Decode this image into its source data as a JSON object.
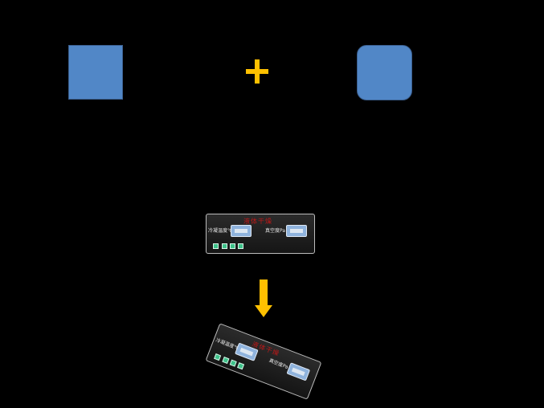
{
  "colors": {
    "background": "#000000",
    "shape_fill": "#5187c7",
    "shape_border": "#3b5f8f",
    "accent": "#ffc000"
  },
  "icons": {
    "plus": "plus-icon",
    "arrow": "arrow-down-icon"
  },
  "panel": {
    "title": "液体干燥",
    "label_left": "冷凝温度℃",
    "label_right": "真空度Pa"
  }
}
